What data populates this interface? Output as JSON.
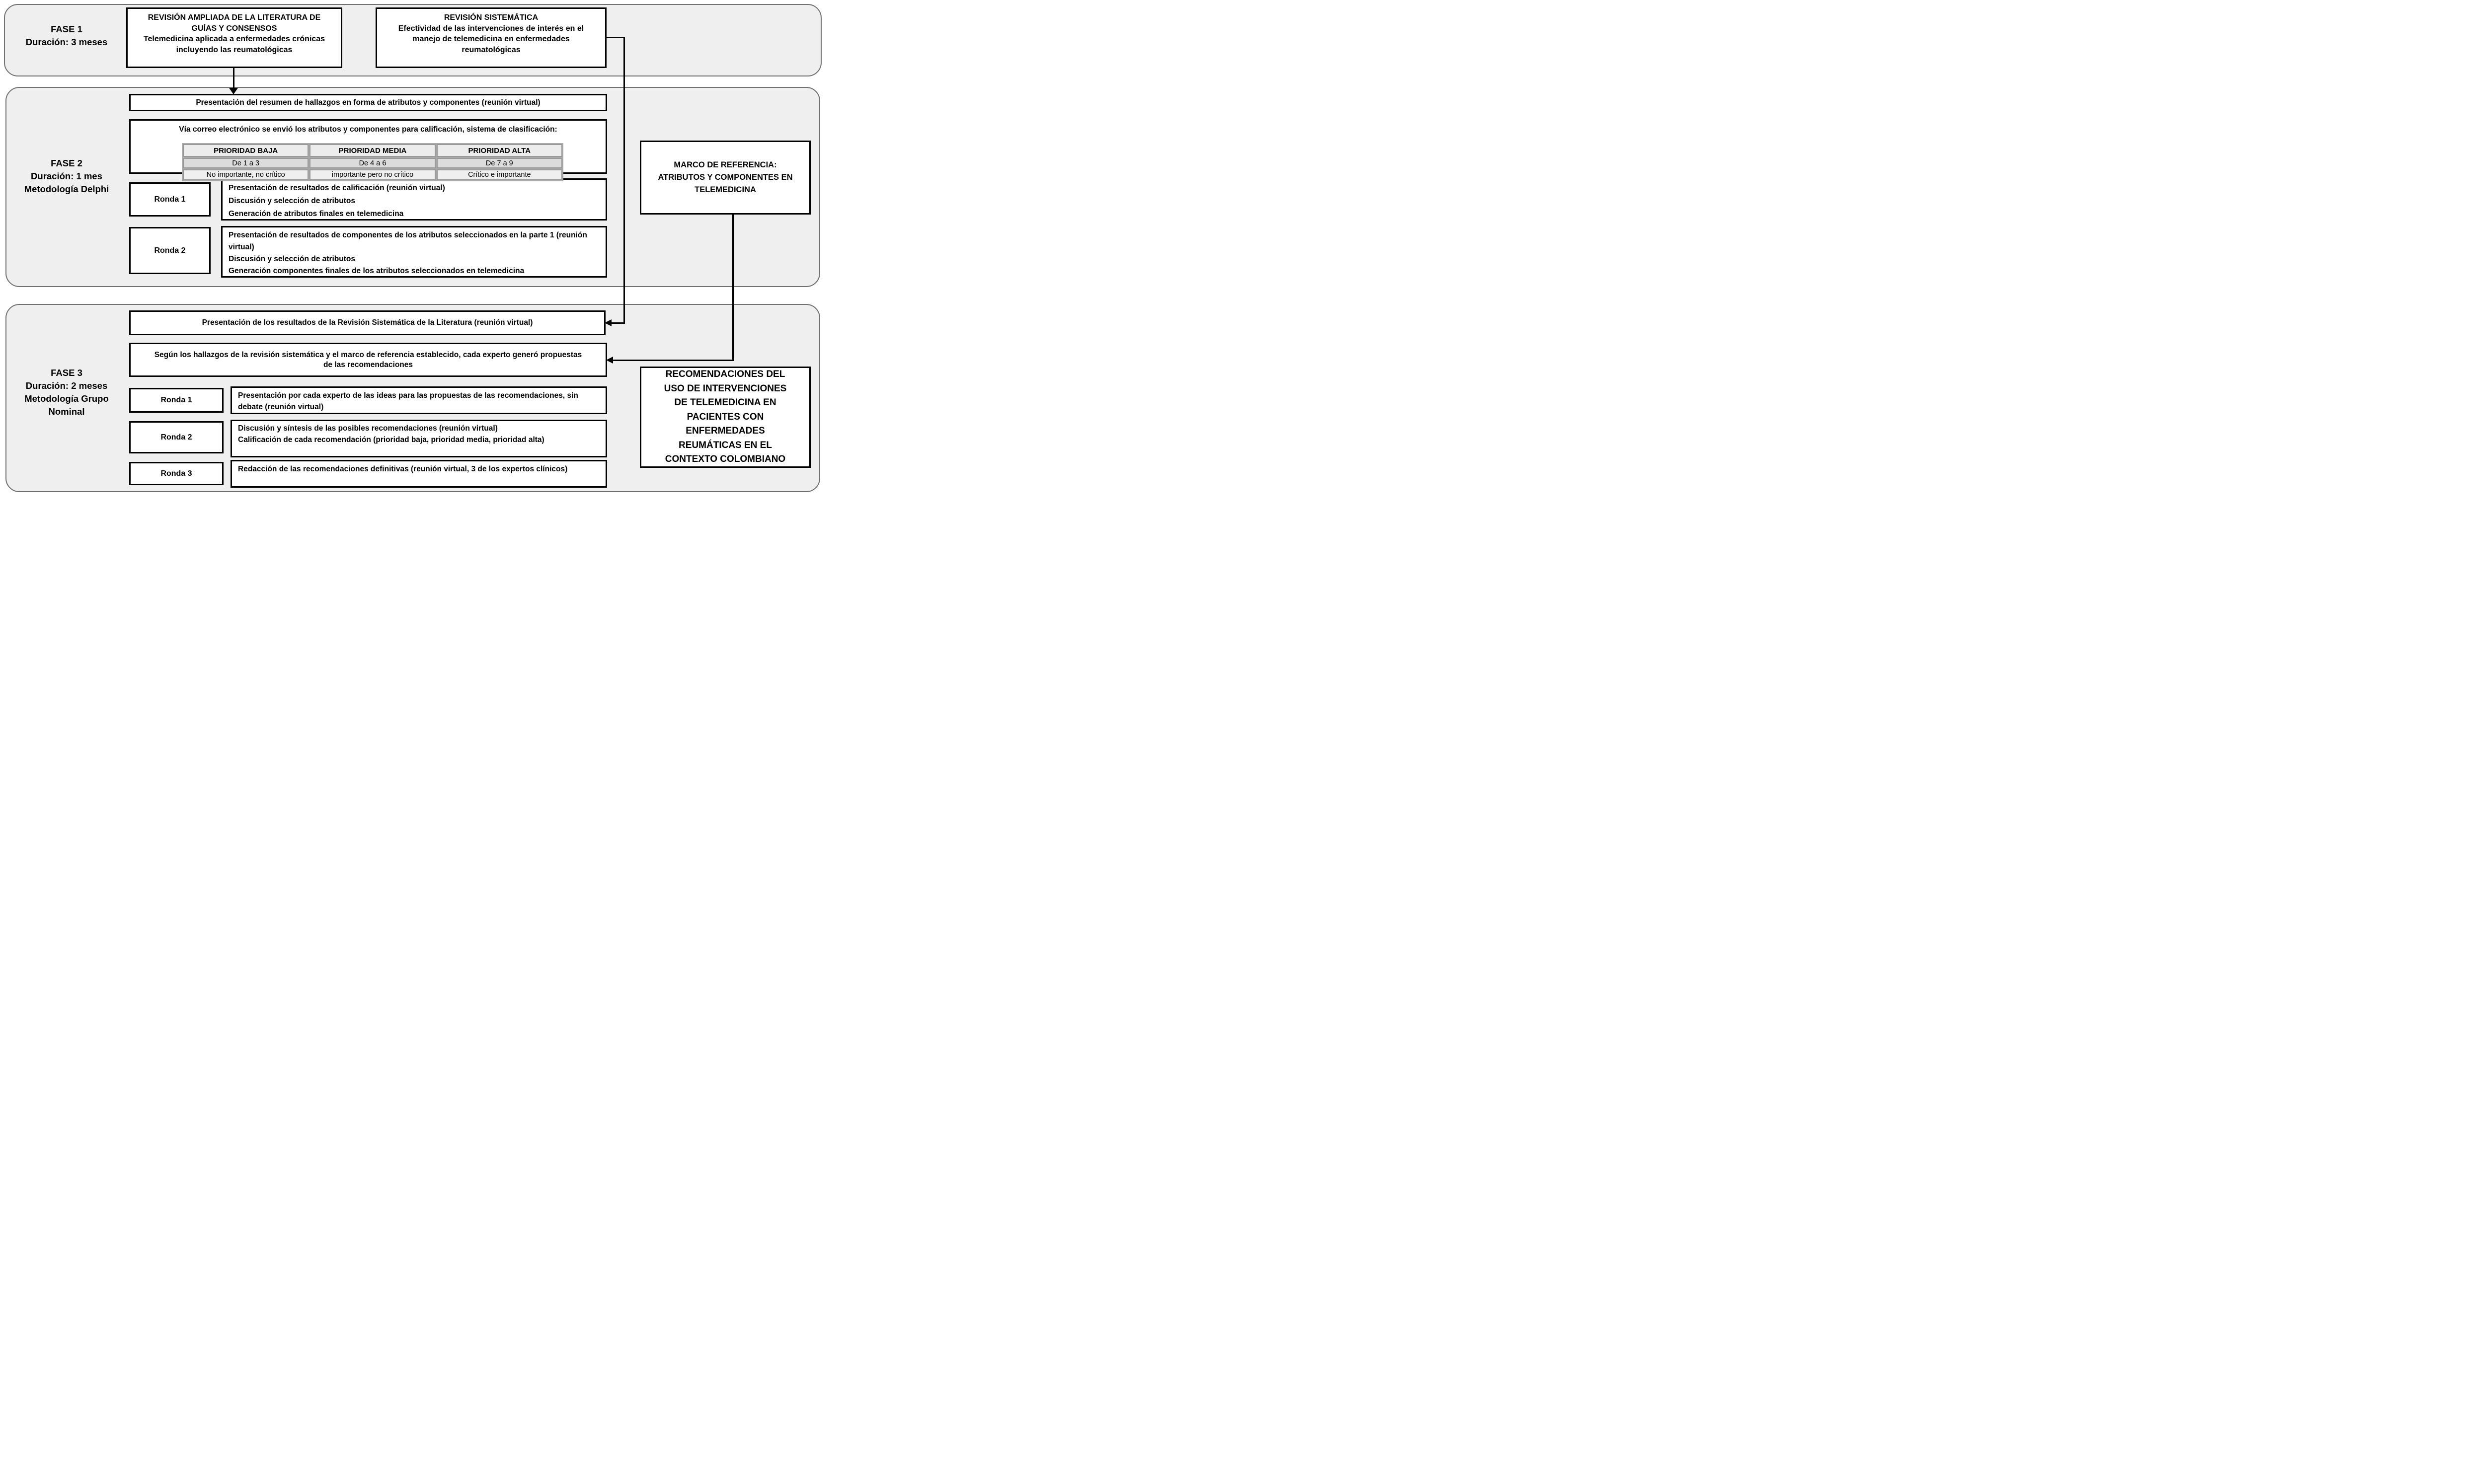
{
  "phase1": {
    "label_lines": [
      "FASE 1",
      "Duración: 3 meses"
    ],
    "literature_review_box": {
      "title": "REVISIÓN AMPLIADA DE LA LITERATURA DE GUÍAS Y CONSENSOS",
      "subtitle": "Telemedicina aplicada a enfermedades crónicas incluyendo las reumatológicas"
    },
    "systematic_review_box": {
      "title": "REVISIÓN SISTEMÁTICA",
      "subtitle": "Efectividad de las intervenciones de interés en el manejo de telemedicina en enfermedades reumatológicas"
    }
  },
  "phase2": {
    "label_lines": [
      "FASE 2",
      "Duración: 1 mes",
      "Metodología Delphi"
    ],
    "bar1": "Presentación del resumen de hallazgos en forma de atributos y componentes (reunión virtual)",
    "bar2": "Vía correo electrónico se envió los atributos y componentes para calificación, sistema de clasificación:",
    "priority_table": {
      "headers": [
        "PRIORIDAD BAJA",
        "PRIORIDAD MEDIA",
        "PRIORIDAD ALTA"
      ],
      "rows": [
        [
          "De 1 a 3",
          "De 4 a 6",
          "De 7 a 9"
        ],
        [
          "No importante, no crítico",
          "importante pero no crítico",
          "Crítico e importante"
        ]
      ]
    },
    "rounds": [
      {
        "label": "Ronda 1",
        "lines": [
          "Presentación de resultados de calificación (reunión virtual)",
          "Discusión y selección de atributos",
          "Generación de atributos finales en telemedicina"
        ]
      },
      {
        "label": "Ronda 2",
        "lines": [
          "Presentación de resultados de componentes de los atributos seleccionados en la parte 1 (reunión virtual)",
          "Discusión y selección de atributos",
          "Generación componentes finales de los atributos seleccionados en telemedicina"
        ]
      }
    ]
  },
  "phase3": {
    "label_lines": [
      "FASE 3",
      "Duración: 2 meses",
      "Metodología Grupo Nominal"
    ],
    "bar1": "Presentación de los resultados de la Revisión Sistemática de la Literatura (reunión virtual)",
    "bar2": "Según los hallazgos de la revisión sistemática y el marco de referencia establecido, cada experto generó propuestas de las recomendaciones",
    "rounds": [
      {
        "label": "Ronda 1",
        "lines": [
          "Presentación por cada experto de las ideas para las propuestas de las recomendaciones, sin debate (reunión virtual)"
        ]
      },
      {
        "label": "Ronda 2",
        "lines": [
          "Discusión y síntesis de las posibles recomendaciones (reunión virtual)",
          "Calificación de cada recomendación (prioridad baja, prioridad media, prioridad alta)"
        ]
      },
      {
        "label": "Ronda 3",
        "lines": [
          "Redacción de las recomendaciones definitivas (reunión virtual, 3 de los expertos clínicos)"
        ]
      }
    ]
  },
  "marco_box": {
    "lines": [
      "MARCO DE REFERENCIA:",
      "ATRIBUTOS Y COMPONENTES EN",
      "TELEMEDICINA"
    ]
  },
  "recommendations_box": {
    "lines": [
      "RECOMENDACIONES DEL",
      "USO DE INTERVENCIONES",
      "DE TELEMEDICINA EN",
      "PACIENTES CON",
      "ENFERMEDADES",
      "REUMÁTICAS EN EL",
      "CONTEXTO COLOMBIANO"
    ]
  }
}
